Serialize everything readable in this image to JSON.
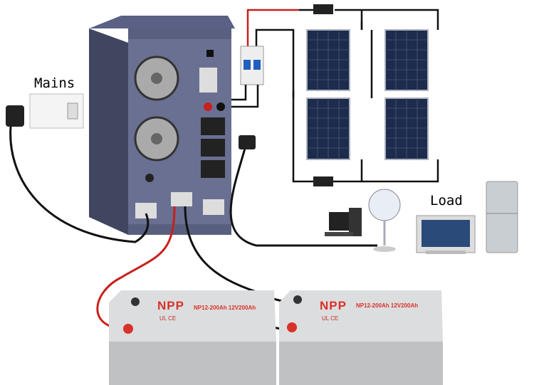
{
  "labels": {
    "mains": "Mains",
    "load": "Load"
  },
  "batteries": [
    {
      "brand": "NPP",
      "model": "NP12-200Ah 12V200Ah",
      "certs": "UL CE"
    },
    {
      "brand": "NPP",
      "model": "NP12-200Ah 12V200Ah",
      "certs": "UL CE"
    }
  ],
  "colors": {
    "positive_wire": "#c8201c",
    "negative_wire": "#111111",
    "inverter": "#4e5472",
    "panel": "#1c2a4a",
    "battery": "#c9cacb"
  }
}
